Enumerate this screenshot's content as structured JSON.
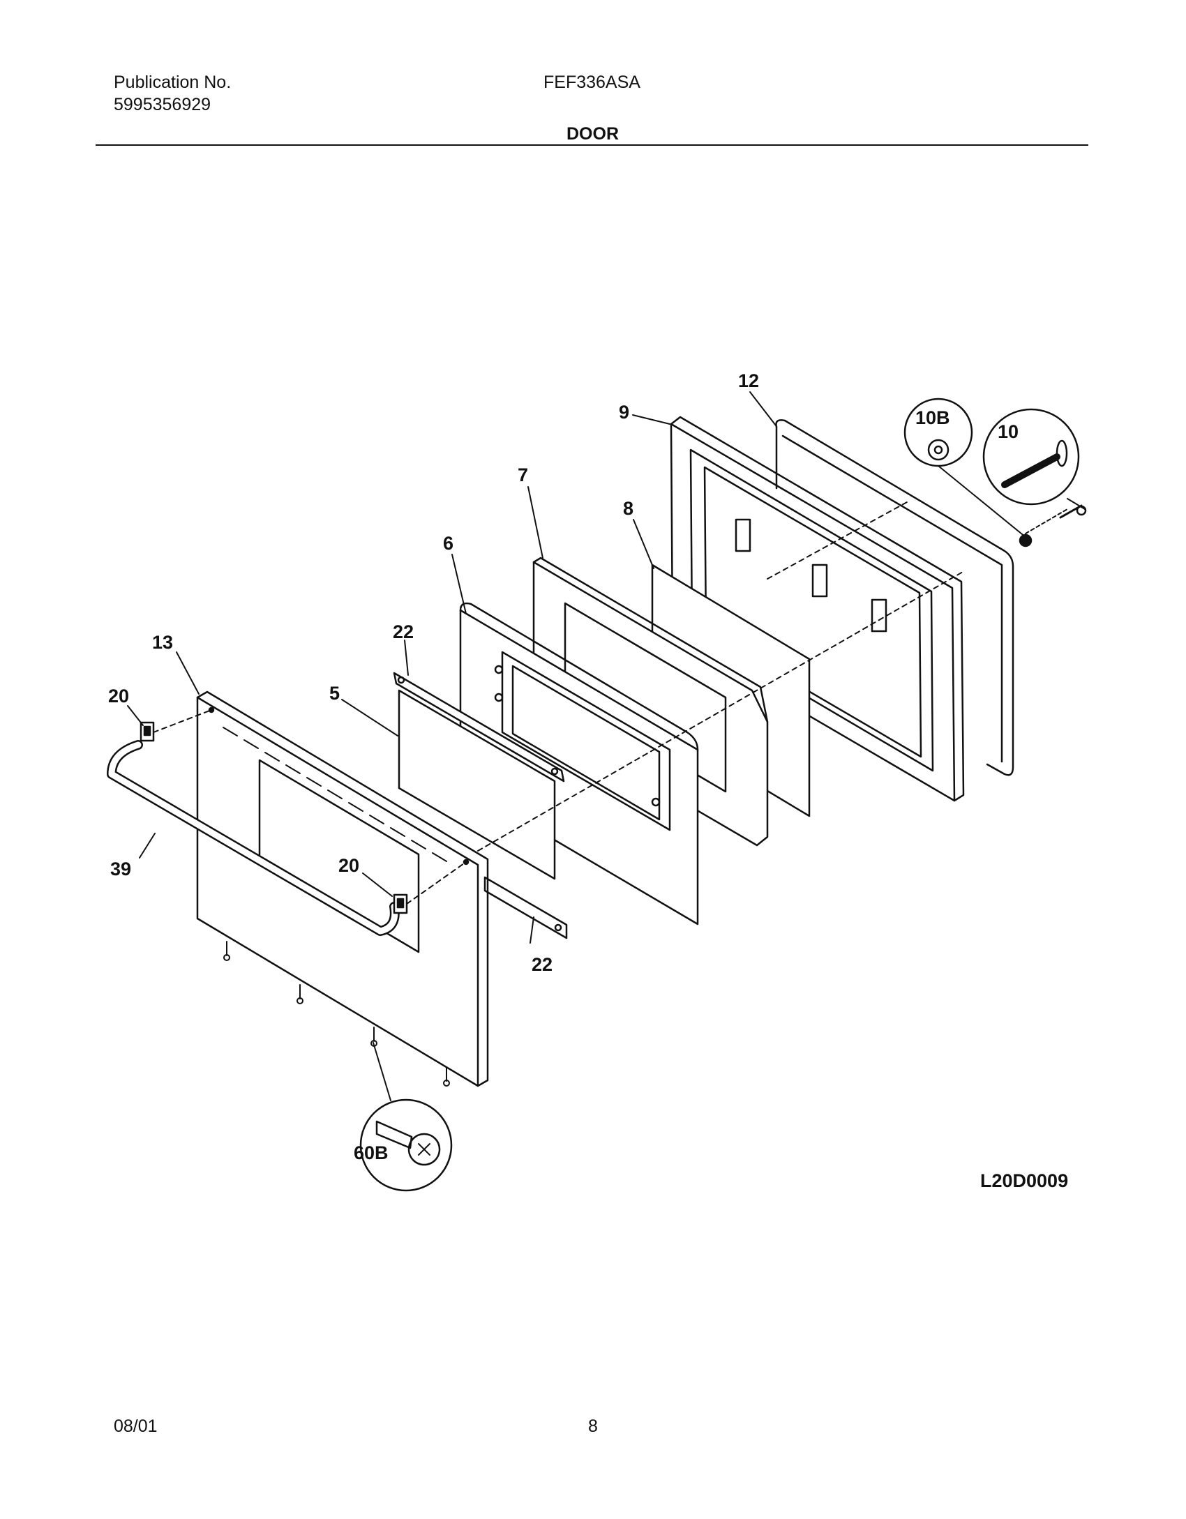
{
  "header": {
    "publication_label": "Publication No.",
    "publication_number": "5995356929",
    "model": "FEF336ASA",
    "section_title": "DOOR"
  },
  "diagram": {
    "drawing_code": "L20D0009",
    "callouts": {
      "c13": "13",
      "c20a": "20",
      "c20b": "20",
      "c39": "39",
      "c5": "5",
      "c22a": "22",
      "c22b": "22",
      "c6": "6",
      "c7": "7",
      "c8": "8",
      "c9": "9",
      "c12": "12",
      "c10": "10",
      "c10b": "10B",
      "c60b": "60B"
    }
  },
  "footer": {
    "date": "08/01",
    "page_number": "8"
  }
}
